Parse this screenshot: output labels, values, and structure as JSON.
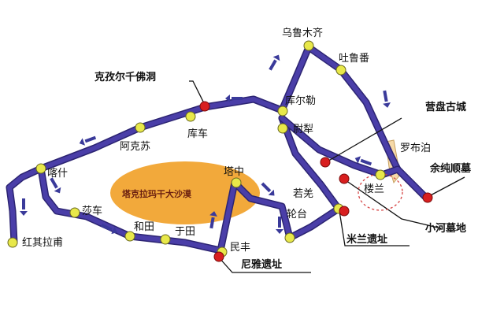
{
  "map": {
    "cities": {
      "urumqi": "乌鲁木齐",
      "turpan": "吐鲁番",
      "korla": "库尔勒",
      "yuli": "尉犁",
      "kuqa": "库车",
      "aksu": "阿克苏",
      "kashgar": "喀什",
      "shache": "莎车",
      "hotan": "和田",
      "yutian": "于田",
      "minfeng": "民丰",
      "tazhong": "塔中",
      "luntai": "轮台",
      "ruoqiang": "若羌",
      "loulan": "楼兰",
      "lop_nur": "罗布泊",
      "hongqilafu": "红其拉甫"
    },
    "desert": "塔克拉玛干大沙漠",
    "sites": {
      "kizil": "克孜尔千佛洞",
      "yingpan": "营盘古城",
      "yuchunshun": "余纯顺墓",
      "xiaohe": "小河墓地",
      "milan": "米兰遗址",
      "niya": "尼雅遗址"
    },
    "colors": {
      "route": "#4a3ea8",
      "route_edge": "#2c2472",
      "city_dot": "#e8e84a",
      "site_dot": "#d81f1f",
      "desert": "#f2a93b",
      "lake": "#f6d9a8",
      "arrow": "#3a3a9a",
      "highlight_circle": "#d64545"
    }
  }
}
